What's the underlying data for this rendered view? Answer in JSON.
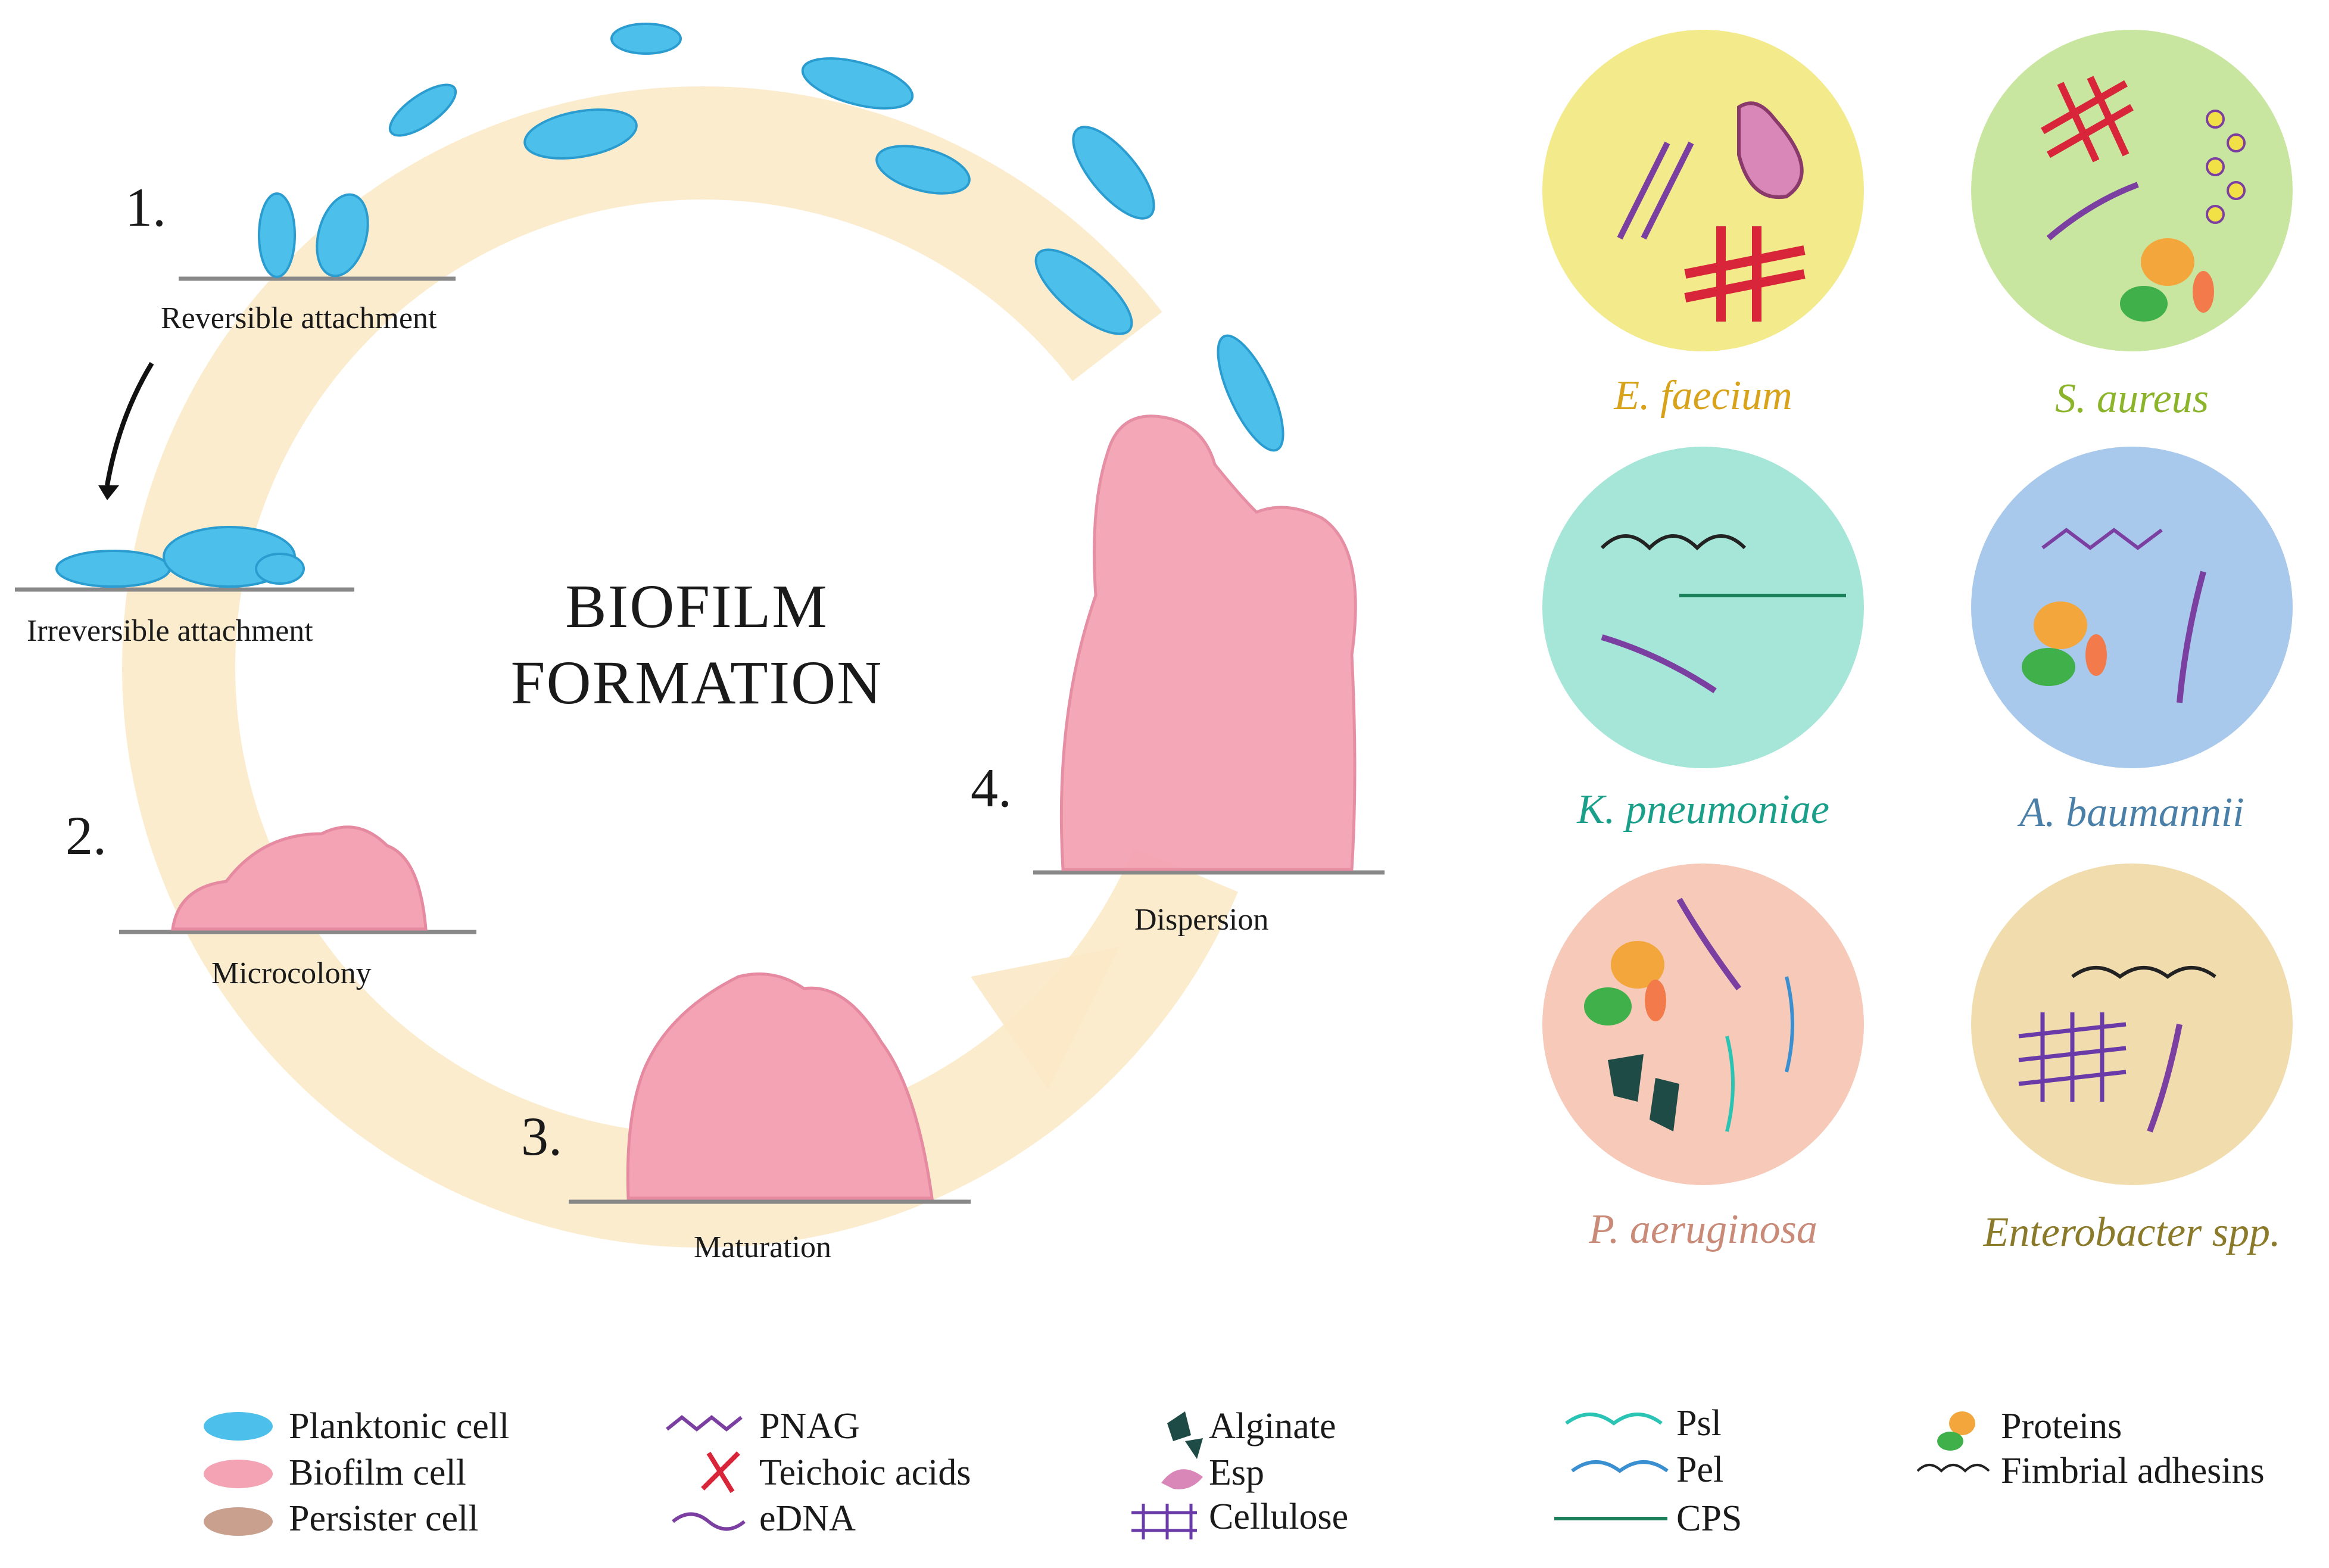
{
  "title": {
    "line1": "BIOFILM",
    "line2": "FORMATION"
  },
  "stages": [
    {
      "number": "1.",
      "label": "Reversible attachment"
    },
    {
      "label": "Irreversible attachment"
    },
    {
      "number": "2.",
      "label": "Microcolony"
    },
    {
      "number": "3.",
      "label": "Maturation"
    },
    {
      "number": "4.",
      "label": "Dispersion"
    }
  ],
  "species": [
    {
      "name": "E. faecium",
      "color": "#d8a21a",
      "bg": "#f3ea8c"
    },
    {
      "name": "S. aureus",
      "color": "#8bb42a",
      "bg": "#c9e6a0"
    },
    {
      "name": "K. pneumoniae",
      "color": "#1aa08a",
      "bg": "#a6e6d8"
    },
    {
      "name": "A. baumannii",
      "color": "#4a7fa8",
      "bg": "#a9c9ec"
    },
    {
      "name": "P. aeruginosa",
      "color": "#c98a78",
      "bg": "#f6c9b8"
    },
    {
      "name": "Enterobacter spp.",
      "color": "#8a7a2a",
      "bg": "#f1dcae"
    }
  ],
  "legend": {
    "col1": [
      "Planktonic cell",
      "Biofilm cell",
      "Persister cell"
    ],
    "col2": [
      "PNAG",
      "Teichoic acids",
      "eDNA"
    ],
    "col3": [
      "Alginate",
      "Esp",
      "Cellulose"
    ],
    "col4": [
      "Psl",
      "Pel",
      "CPS"
    ],
    "col5": [
      "Proteins",
      "Fimbrial adhesins"
    ]
  },
  "colors": {
    "planktonic": "#4cc0ea",
    "biofilm": "#f4a3b4",
    "persister": "#c9a08e",
    "cycle_arrow": "#fbe9c6"
  }
}
